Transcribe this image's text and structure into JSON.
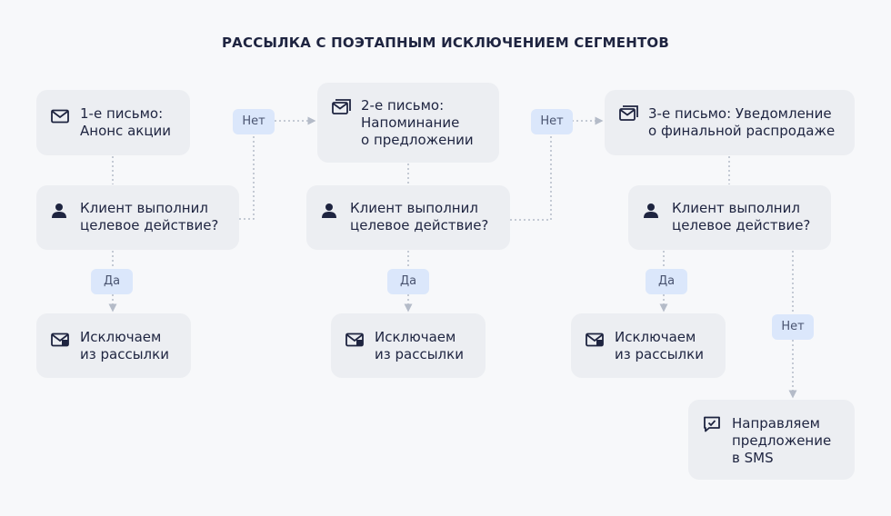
{
  "title": "РАССЫЛКА С ПОЭТАПНЫМ ИСКЛЮЧЕНИЕМ СЕГМЕНТОВ",
  "nodes": {
    "email1": "1-е письмо:\nАнонс акции",
    "check1": "Клиент выполнил\nцелевое действие?",
    "exclude1": "Исключаем\nиз рассылки",
    "email2": "2-е письмо:\nНапоминание\nо предложении",
    "check2": "Клиент выполнил\nцелевое действие?",
    "exclude2": "Исключаем\nиз рассылки",
    "email3": "3-е письмо: Уведомление\nо финальной распродаже",
    "check3": "Клиент выполнил\nцелевое действие?",
    "exclude3": "Исключаем\nиз рассылки",
    "sms": "Направляем\nпредложение\nв SMS"
  },
  "labels": {
    "no1": "Нет",
    "yes1": "Да",
    "no2": "Нет",
    "yes2": "Да",
    "yes3": "Да",
    "no3": "Нет"
  },
  "colors": {
    "background": "#f7f8fa",
    "node": "#eceef2",
    "badge": "#dbe7fb",
    "text": "#1e2440",
    "connector": "#b4bbc8"
  }
}
